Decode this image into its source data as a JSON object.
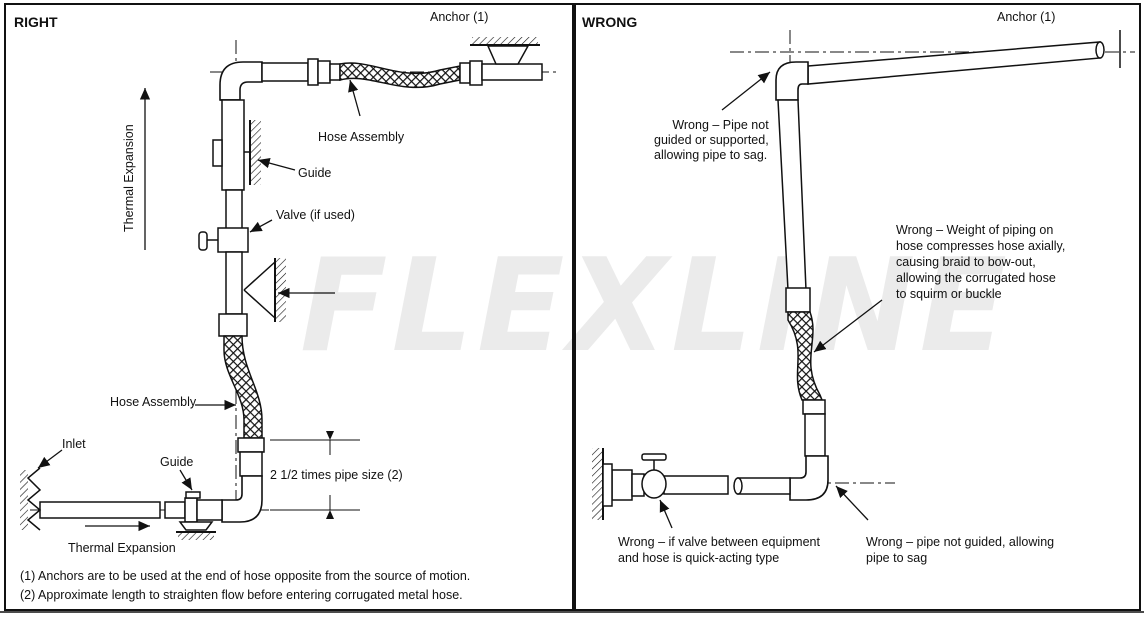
{
  "watermark": "FLEXLINE",
  "right_panel": {
    "title": "RIGHT",
    "labels": {
      "anchor": "Anchor (1)",
      "hose_top": "Hose Assembly",
      "guide_top": "Guide",
      "valve": "Valve (if used)",
      "thermal_vertical": "Thermal Expansion",
      "hose_mid": "Hose Assembly",
      "inlet": "Inlet",
      "guide_bottom": "Guide",
      "pipe_size": "2  1/2 times pipe size (2)",
      "thermal_horizontal": "Thermal Expansion"
    },
    "notes": [
      "(1) Anchors are to be used at the end of hose opposite from the source of motion.",
      "(2) Approximate length to straighten flow before entering corrugated metal hose."
    ]
  },
  "wrong_panel": {
    "title": "WRONG",
    "labels": {
      "anchor": "Anchor (1)",
      "sag_lines": [
        "Wrong – Pipe not",
        "guided or supported,",
        "allowing pipe to sag."
      ],
      "weight_lines": [
        "Wrong – Weight of piping on",
        "hose compresses hose axially,",
        "causing braid to bow-out,",
        "allowing the corrugated hose",
        "to squirm or buckle"
      ],
      "valve_lines": [
        "Wrong – if valve between equipment",
        "and hose is quick-acting type"
      ],
      "guide_lines": [
        "Wrong – pipe not guided, allowing",
        "pipe to sag"
      ]
    }
  }
}
